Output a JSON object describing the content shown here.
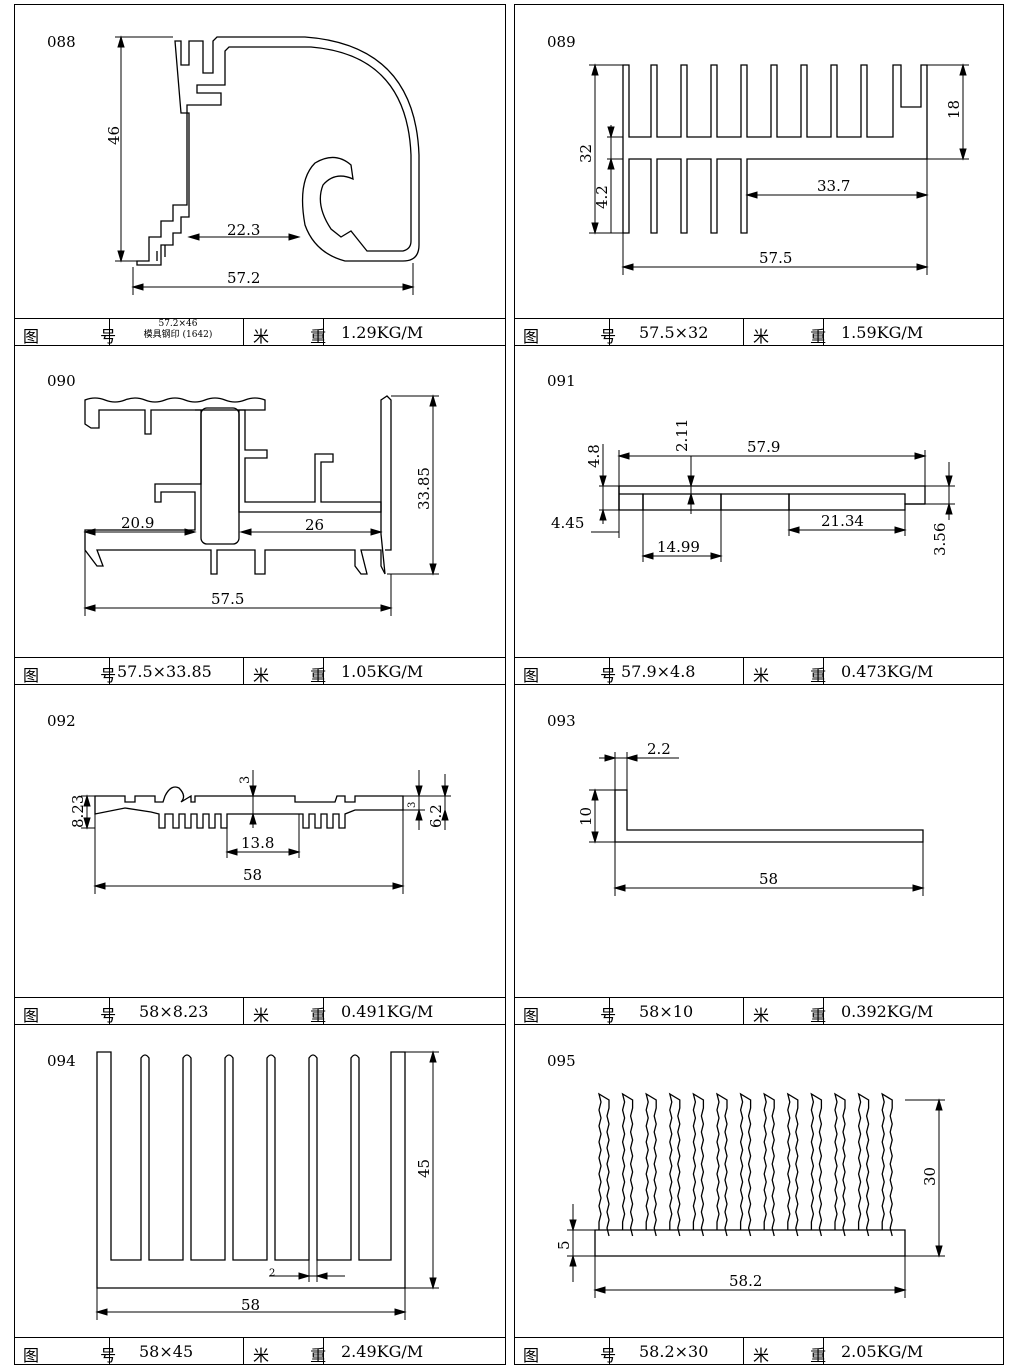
{
  "labels": {
    "drawing_no": "图 号",
    "weight": "米 重"
  },
  "profiles": [
    {
      "code": "088",
      "size": "57.2×46",
      "note": "模具钢印 (1642)",
      "weight": "1.29KG/M",
      "dims": [
        "46",
        "22.3",
        "57.2"
      ]
    },
    {
      "code": "089",
      "size": "57.5×32",
      "weight": "1.59KG/M",
      "dims": [
        "32",
        "4.2",
        "18",
        "33.7",
        "57.5"
      ]
    },
    {
      "code": "090",
      "size": "57.5×33.85",
      "weight": "1.05KG/M",
      "dims": [
        "20.9",
        "26",
        "33.85",
        "57.5"
      ]
    },
    {
      "code": "091",
      "size": "57.9×4.8",
      "weight": "0.473KG/M",
      "dims": [
        "4.8",
        "2.11",
        "57.9",
        "4.45",
        "14.99",
        "21.34",
        "3.56"
      ]
    },
    {
      "code": "092",
      "size": "58×8.23",
      "weight": "0.491KG/M",
      "dims": [
        "8.23",
        "3",
        "13.8",
        "58",
        "3",
        "6.2"
      ]
    },
    {
      "code": "093",
      "size": "58×10",
      "weight": "0.392KG/M",
      "dims": [
        "2.2",
        "10",
        "58"
      ]
    },
    {
      "code": "094",
      "size": "58×45",
      "weight": "2.49KG/M",
      "dims": [
        "2",
        "45",
        "58"
      ]
    },
    {
      "code": "095",
      "size": "58.2×30",
      "weight": "2.05KG/M",
      "dims": [
        "30",
        "5",
        "58.2"
      ]
    }
  ]
}
